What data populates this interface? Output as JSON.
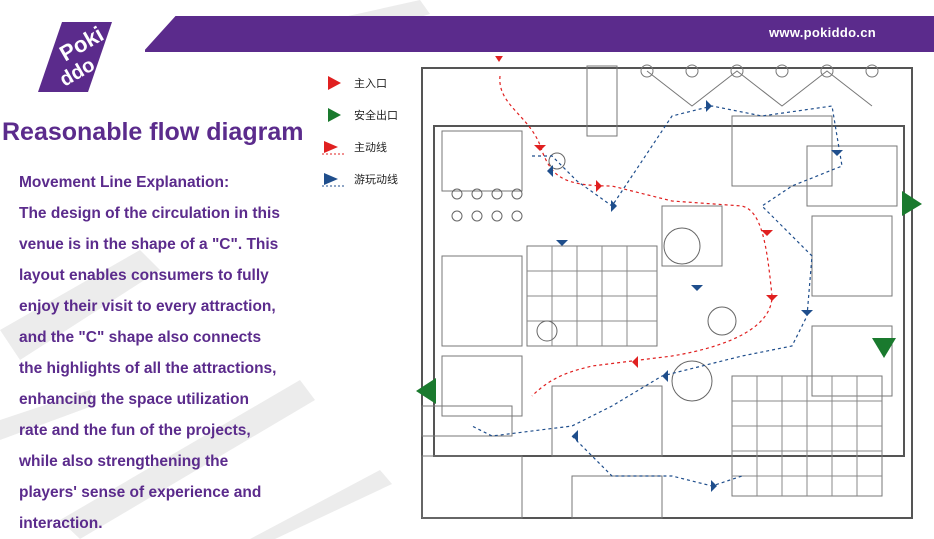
{
  "header": {
    "url": "www.pokiddo.cn"
  },
  "brand": {
    "logo_text": "Poki ddo",
    "colors": {
      "primary": "#5b2b8c",
      "accent": "#ffffff"
    }
  },
  "title": "Reasonable flow diagram",
  "explanation": {
    "heading": "Movement Line Explanation:",
    "lines": [
      "The design of the circulation in this",
      "venue is in the shape of a \"C\". This",
      "layout enables consumers to fully",
      "enjoy their visit to every attraction,",
      "and the \"C\" shape also connects",
      "the highlights of all the attractions,",
      "enhancing the space utilization",
      "rate and the fun of the projects,",
      "while also strengthening the",
      "players' sense of experience and",
      "interaction."
    ]
  },
  "legend": [
    {
      "label": "主入口",
      "symbol": "red-triangle-icon",
      "color": "#e02020"
    },
    {
      "label": "安全出口",
      "symbol": "green-triangle-icon",
      "color": "#1a7a2e"
    },
    {
      "label": "主动线",
      "symbol": "red-arrow-line-icon",
      "color": "#e02020"
    },
    {
      "label": "游玩动线",
      "symbol": "blue-arrow-line-icon",
      "color": "#1f4e8c"
    }
  ],
  "floor_plan": {
    "entrance_color": "#e02020",
    "exit_color": "#1a7a2e",
    "main_route_color": "#e02020",
    "play_route_color": "#1f4e8c"
  }
}
